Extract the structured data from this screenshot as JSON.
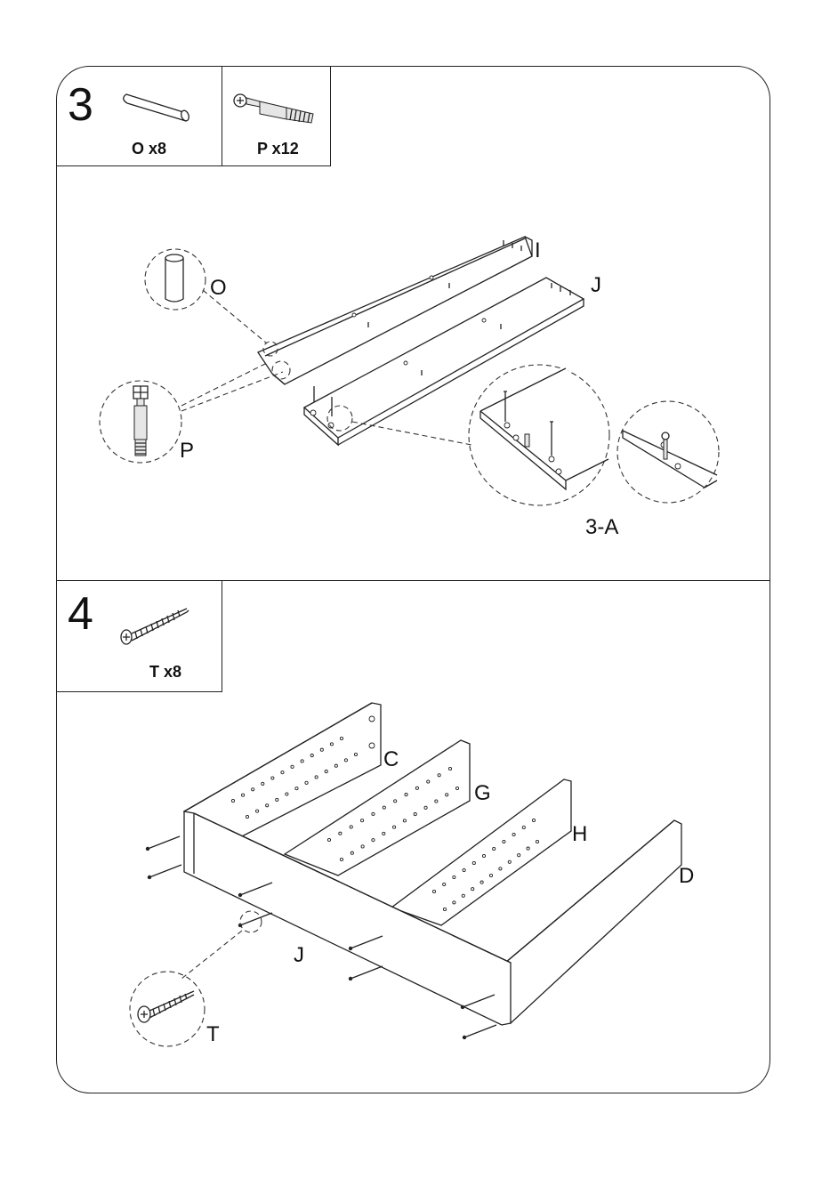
{
  "step3": {
    "number": "3",
    "parts": [
      {
        "label": "O x8",
        "icon": "wood-dowel-icon"
      },
      {
        "label": "P x12",
        "icon": "cam-bolt-icon"
      }
    ],
    "callouts": {
      "panel_i": "I",
      "panel_j": "J",
      "dowel": "O",
      "cam_bolt": "P",
      "detail": "3-A"
    }
  },
  "step4": {
    "number": "4",
    "parts": [
      {
        "label": "T x8",
        "icon": "screw-icon"
      }
    ],
    "callouts": {
      "panel_c": "C",
      "panel_g": "G",
      "panel_h": "H",
      "panel_d": "D",
      "panel_j": "J",
      "screw": "T"
    }
  }
}
